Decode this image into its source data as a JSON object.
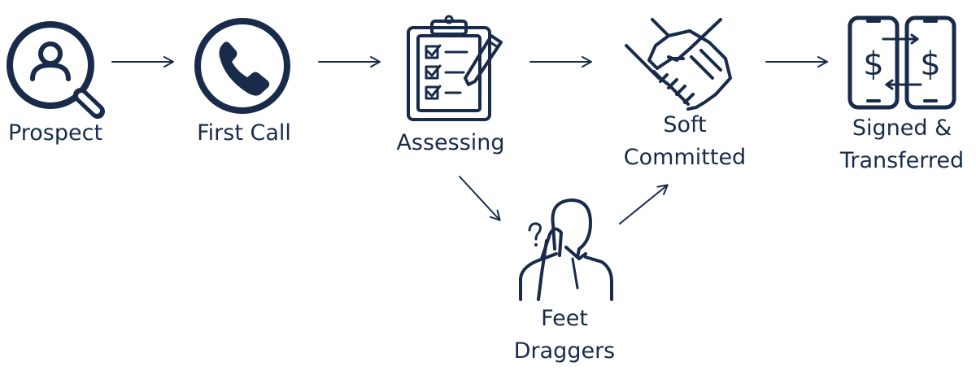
{
  "colors": {
    "ink": "#182b4a",
    "background": "#ffffff"
  },
  "stages": [
    {
      "id": "prospect",
      "icon": "magnifier-person-icon",
      "lines": [
        "Prospect"
      ]
    },
    {
      "id": "first-call",
      "icon": "phone-icon",
      "lines": [
        "First Call"
      ]
    },
    {
      "id": "assessing",
      "icon": "clipboard-checklist-icon",
      "lines": [
        "Assessing"
      ]
    },
    {
      "id": "soft-committed",
      "icon": "handshake-icon",
      "lines": [
        "Soft",
        "Committed"
      ]
    },
    {
      "id": "signed",
      "icon": "phones-money-transfer-icon",
      "lines": [
        "Signed &",
        "Transferred"
      ]
    },
    {
      "id": "feet-draggers",
      "icon": "thinking-person-icon",
      "lines": [
        "Feet",
        "Draggers"
      ]
    }
  ],
  "flows": [
    [
      "prospect",
      "first-call"
    ],
    [
      "first-call",
      "assessing"
    ],
    [
      "assessing",
      "soft-committed"
    ],
    [
      "soft-committed",
      "signed"
    ],
    [
      "assessing",
      "feet-draggers"
    ],
    [
      "feet-draggers",
      "soft-committed"
    ]
  ]
}
